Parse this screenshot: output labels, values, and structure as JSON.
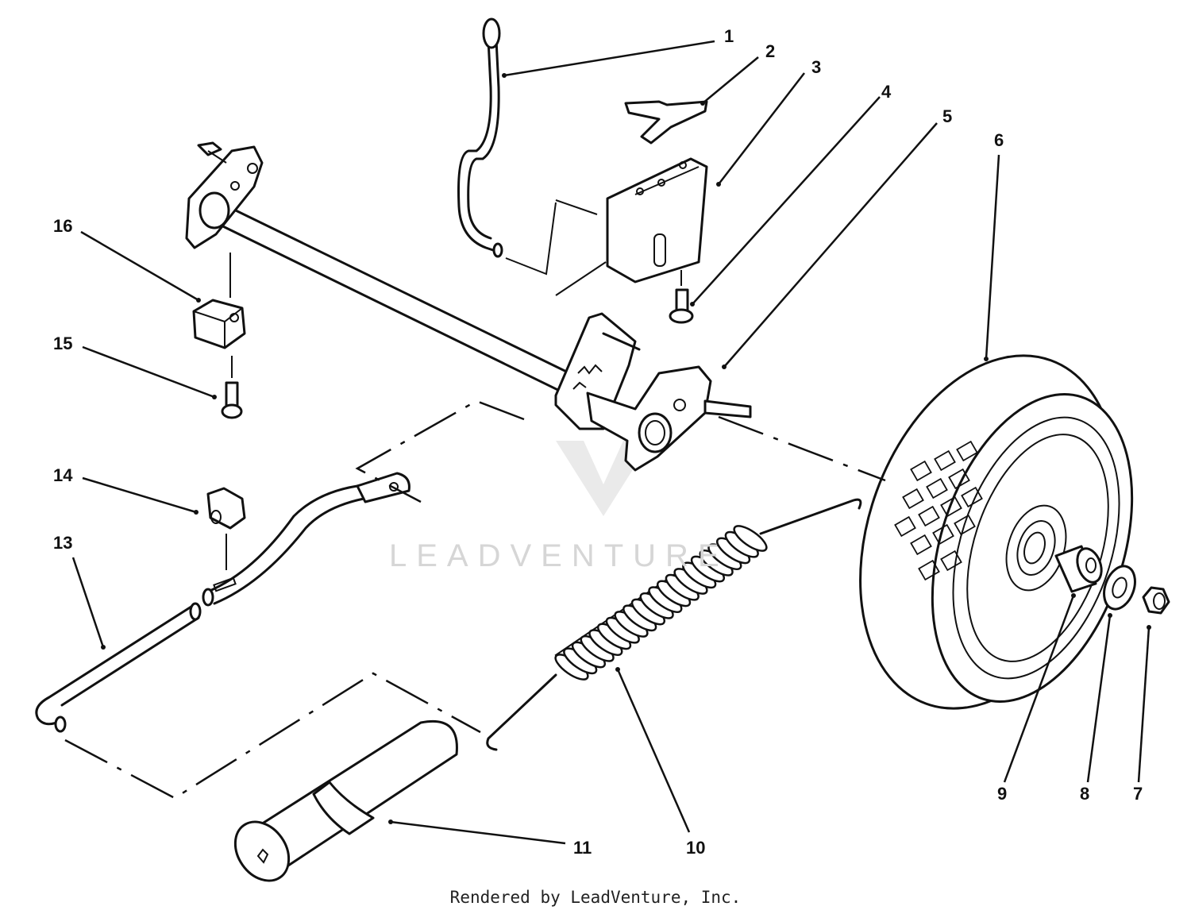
{
  "callouts": [
    {
      "id": "1",
      "label": "1"
    },
    {
      "id": "2",
      "label": "2"
    },
    {
      "id": "3",
      "label": "3"
    },
    {
      "id": "4",
      "label": "4"
    },
    {
      "id": "5",
      "label": "5"
    },
    {
      "id": "6",
      "label": "6"
    },
    {
      "id": "7",
      "label": "7"
    },
    {
      "id": "8",
      "label": "8"
    },
    {
      "id": "9",
      "label": "9"
    },
    {
      "id": "10",
      "label": "10"
    },
    {
      "id": "11",
      "label": "11"
    },
    {
      "id": "13",
      "label": "13"
    },
    {
      "id": "14",
      "label": "14"
    },
    {
      "id": "15",
      "label": "15"
    },
    {
      "id": "16",
      "label": "16"
    }
  ],
  "watermark": "LEADVENTURE",
  "footer": "Rendered by LeadVenture, Inc."
}
